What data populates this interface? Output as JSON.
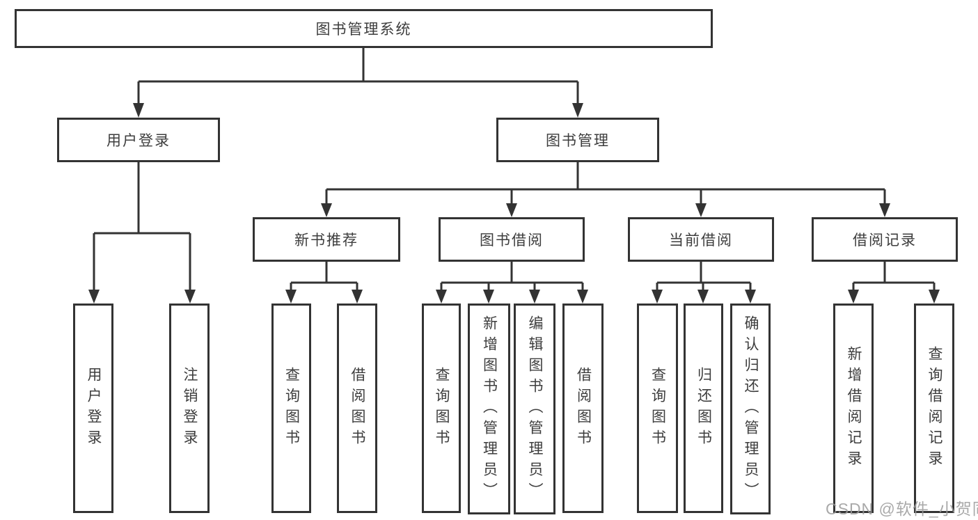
{
  "diagram": {
    "type": "hierarchy",
    "colors": {
      "line": "#333333",
      "box_border": "#333333",
      "box_fill": "#ffffff",
      "text": "#3d3d3d",
      "watermark": "#9b9b9b",
      "background": "#ffffff"
    },
    "tree": {
      "label": "图书管理系统",
      "children": [
        {
          "label": "用户登录",
          "children": [
            {
              "label": "用户登录"
            },
            {
              "label": "注销登录"
            }
          ]
        },
        {
          "label": "图书管理",
          "children": [
            {
              "label": "新书推荐",
              "children": [
                {
                  "label": "查询图书"
                },
                {
                  "label": "借阅图书"
                }
              ]
            },
            {
              "label": "图书借阅",
              "children": [
                {
                  "label": "查询图书"
                },
                {
                  "label": "新增图书（管理员）"
                },
                {
                  "label": "编辑图书（管理员）"
                },
                {
                  "label": "借阅图书"
                }
              ]
            },
            {
              "label": "当前借阅",
              "children": [
                {
                  "label": "查询图书"
                },
                {
                  "label": "归还图书"
                },
                {
                  "label": "确认归还（管理员）"
                }
              ]
            },
            {
              "label": "借阅记录",
              "children": [
                {
                  "label": "新增借阅记录"
                },
                {
                  "label": "查询借阅记录"
                }
              ]
            }
          ]
        }
      ]
    },
    "watermark": "CSDN @软件_小贺同学"
  }
}
